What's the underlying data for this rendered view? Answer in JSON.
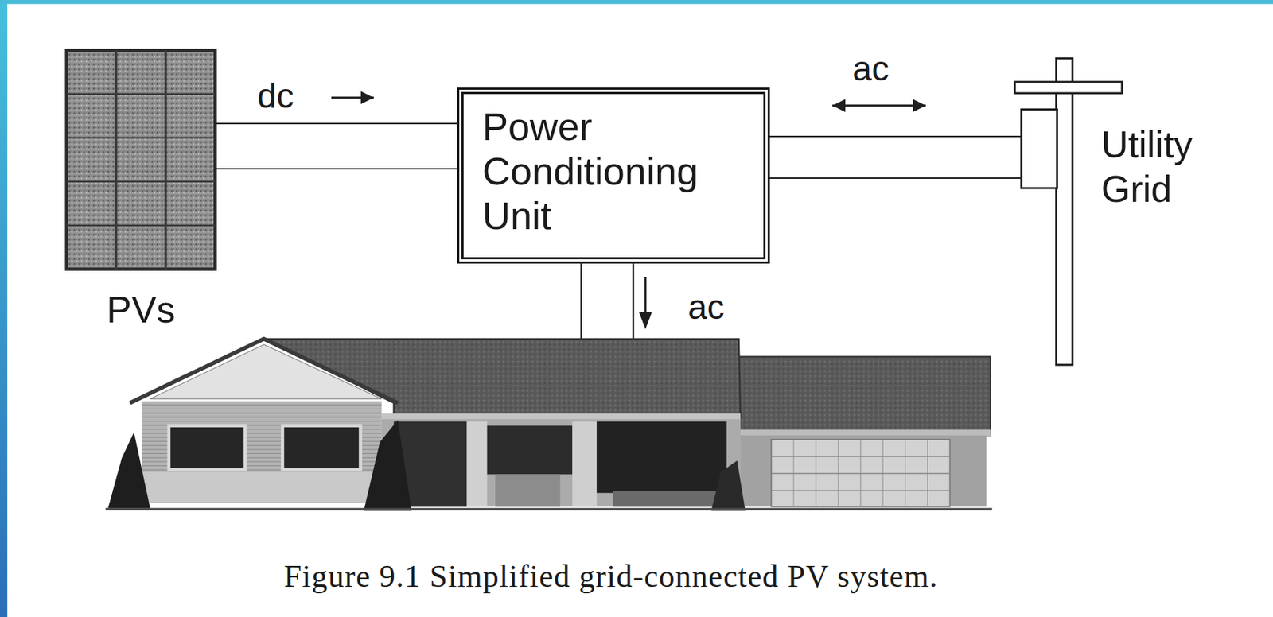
{
  "diagram": {
    "caption": "Figure 9.1 Simplified grid-connected PV system.",
    "nodes": [
      {
        "text": [
          "PVs"
        ]
      },
      {
        "text": [
          "Power Conditioning Unit"
        ]
      },
      {
        "text": [
          "Utility Grid"
        ]
      }
    ],
    "edges": [
      {
        "from": 0,
        "to": 1,
        "label": "dc",
        "arrow": "to"
      },
      {
        "from": 1,
        "to": 2,
        "label": "ac",
        "arrow": "both"
      }
    ],
    "labels": [
      "ac"
    ]
  }
}
